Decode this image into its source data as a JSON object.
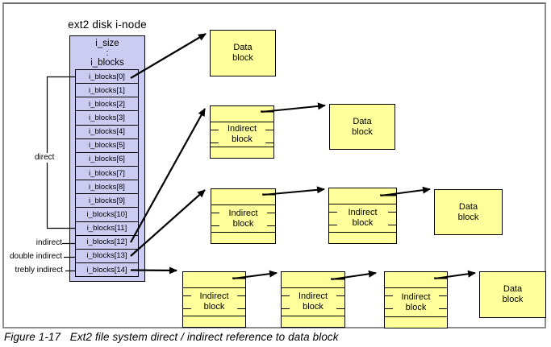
{
  "figure": {
    "caption": "Figure 1-17   Ext2 file system direct / indirect reference to data block"
  },
  "inode": {
    "title": "ext2 disk i-node",
    "header": {
      "line1": "i_size",
      "line2": ":",
      "line3": "i_blocks"
    },
    "cells": [
      "i_blocks[0]",
      "i_blocks[1]",
      "i_blocks[2]",
      "i_blocks[3]",
      "i_blocks[4]",
      "i_blocks[5]",
      "i_blocks[6]",
      "i_blocks[7]",
      "i_blocks[8]",
      "i_blocks[9]",
      "i_blocks[10]",
      "i_blocks[11]",
      "i_blocks[12]",
      "i_blocks[13]",
      "i_blocks[14]"
    ],
    "labels": {
      "direct": "direct",
      "indirect": "indirect",
      "double_indirect": "double indirect",
      "trebly_indirect": "trebly indirect"
    }
  },
  "blocks": {
    "data_label": "Data\nblock",
    "indirect_label": "Indirect\nblock"
  },
  "colors": {
    "inode_fill": "#ccccf2",
    "block_fill": "#ffff9c",
    "line": "#000000",
    "frame": "#8e8e8e"
  }
}
